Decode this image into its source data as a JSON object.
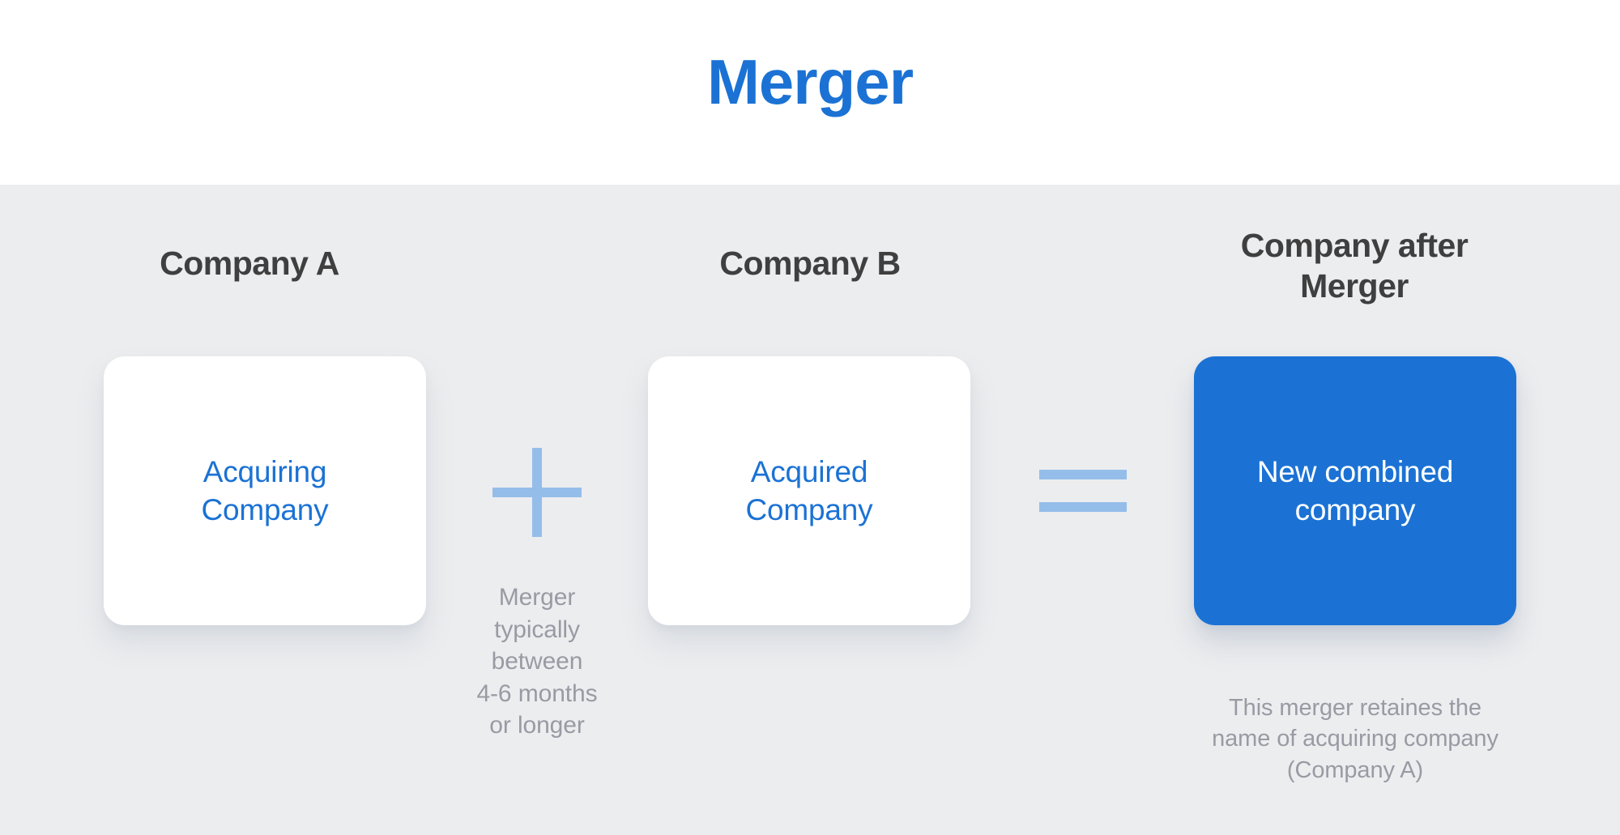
{
  "title": "Merger",
  "colors": {
    "accent_blue": "#1b72d4",
    "operator_blue": "#95bdea",
    "header_text": "#3f3f3f",
    "caption_text": "#989ba3",
    "band_background": "#ecedef",
    "card_background": "#ffffff"
  },
  "columns": [
    {
      "header": "Company A",
      "card_label_line1": "Acquiring",
      "card_label_line2": "Company",
      "card_style": "white"
    },
    {
      "header": "Company B",
      "card_label_line1": "Acquired",
      "card_label_line2": "Company",
      "card_style": "white"
    },
    {
      "header_line1": "Company after",
      "header_line2": "Merger",
      "card_label_line1": "New combined",
      "card_label_line2": "company",
      "card_style": "blue"
    }
  ],
  "operators": {
    "plus": "plus-sign",
    "equals": "equals-sign"
  },
  "captions": {
    "middle": {
      "line1": "Merger",
      "line2": "typically",
      "line3": "between",
      "line4": "4-6 months",
      "line5": "or longer"
    },
    "right": {
      "line1": "This merger retaines the",
      "line2": "name of acquiring company",
      "line3": "(Company A)"
    }
  }
}
